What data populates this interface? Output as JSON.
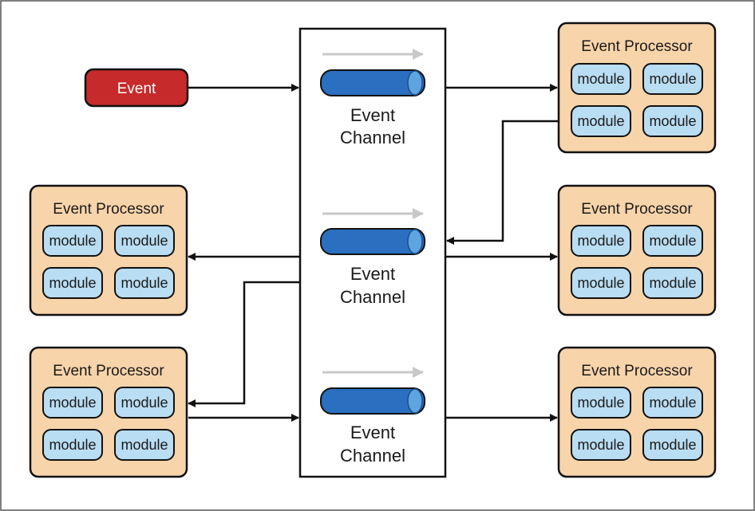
{
  "event": {
    "label": "Event",
    "color": "#c62a2a"
  },
  "channel_label_line1": "Event",
  "channel_label_line2": "Channel",
  "processor_title": "Event Processor",
  "module_label": "module",
  "colors": {
    "processor_fill": "#f8d4aa",
    "module_fill": "#b9ddf3",
    "pipe_fill": "#2a6fc0",
    "pipe_end": "#5da4e0",
    "flow_arrow": "#c8c8c8",
    "line": "#111111"
  },
  "processors": [
    {
      "id": "right-top"
    },
    {
      "id": "left-middle"
    },
    {
      "id": "right-middle"
    },
    {
      "id": "left-bottom"
    },
    {
      "id": "right-bottom"
    }
  ],
  "channels": [
    {
      "id": "channel-1"
    },
    {
      "id": "channel-2"
    },
    {
      "id": "channel-3"
    }
  ]
}
